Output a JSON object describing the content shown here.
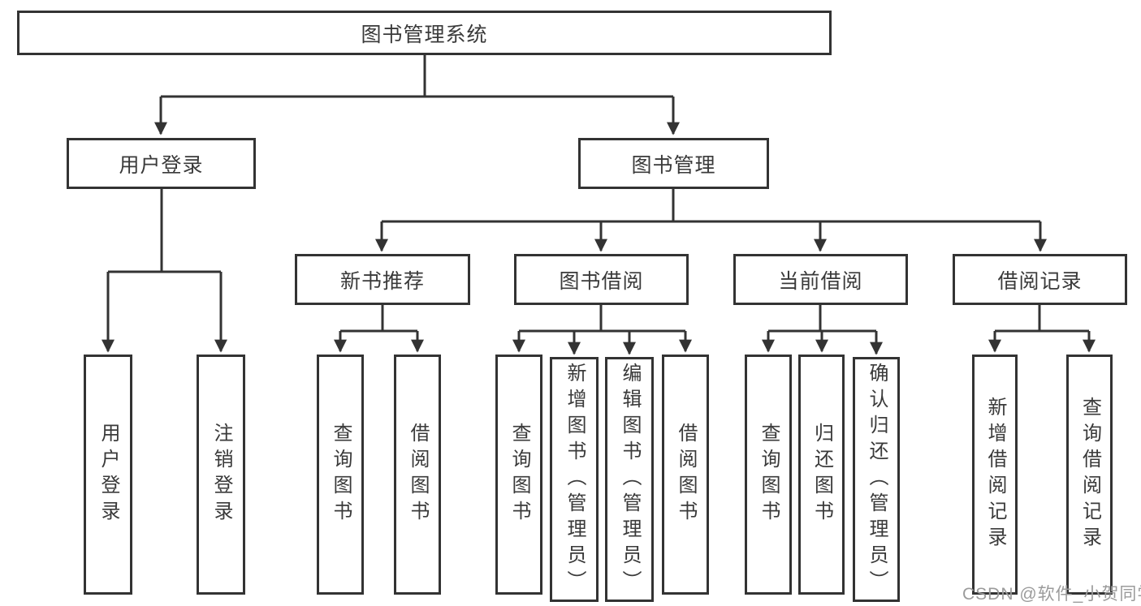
{
  "title": "图书管理系统",
  "colors": {
    "line": "#333333",
    "text": "#3a3a3a",
    "box_background": "#ffffff",
    "watermark": "#9b9b9b"
  },
  "nodes": {
    "root": {
      "label": "图书管理系统"
    },
    "user_login": {
      "label": "用户登录"
    },
    "book_mgmt": {
      "label": "图书管理"
    },
    "new_book_rec": {
      "label": "新书推荐"
    },
    "book_borrow": {
      "label": "图书借阅"
    },
    "current_borrow": {
      "label": "当前借阅"
    },
    "borrow_record": {
      "label": "借阅记录"
    },
    "leaf_user_login": {
      "label": "用户登录"
    },
    "leaf_logout": {
      "label": "注销登录"
    },
    "leaf_query_book_rec": {
      "label": "查询图书"
    },
    "leaf_borrow_book_rec": {
      "label": "借阅图书"
    },
    "leaf_query_book_borrow": {
      "label": "查询图书"
    },
    "leaf_add_book_admin": {
      "label": "新增图书（管理员）"
    },
    "leaf_edit_book_admin": {
      "label": "编辑图书（管理员）"
    },
    "leaf_borrow_book_borrow": {
      "label": "借阅图书"
    },
    "leaf_query_book_current": {
      "label": "查询图书"
    },
    "leaf_return_book": {
      "label": "归还图书"
    },
    "leaf_confirm_return_admin": {
      "label": "确认归还（管理员）"
    },
    "leaf_add_borrow_record": {
      "label": "新增借阅记录"
    },
    "leaf_query_borrow_record": {
      "label": "查询借阅记录"
    }
  },
  "watermark": "CSDN @软件_小贺同学"
}
